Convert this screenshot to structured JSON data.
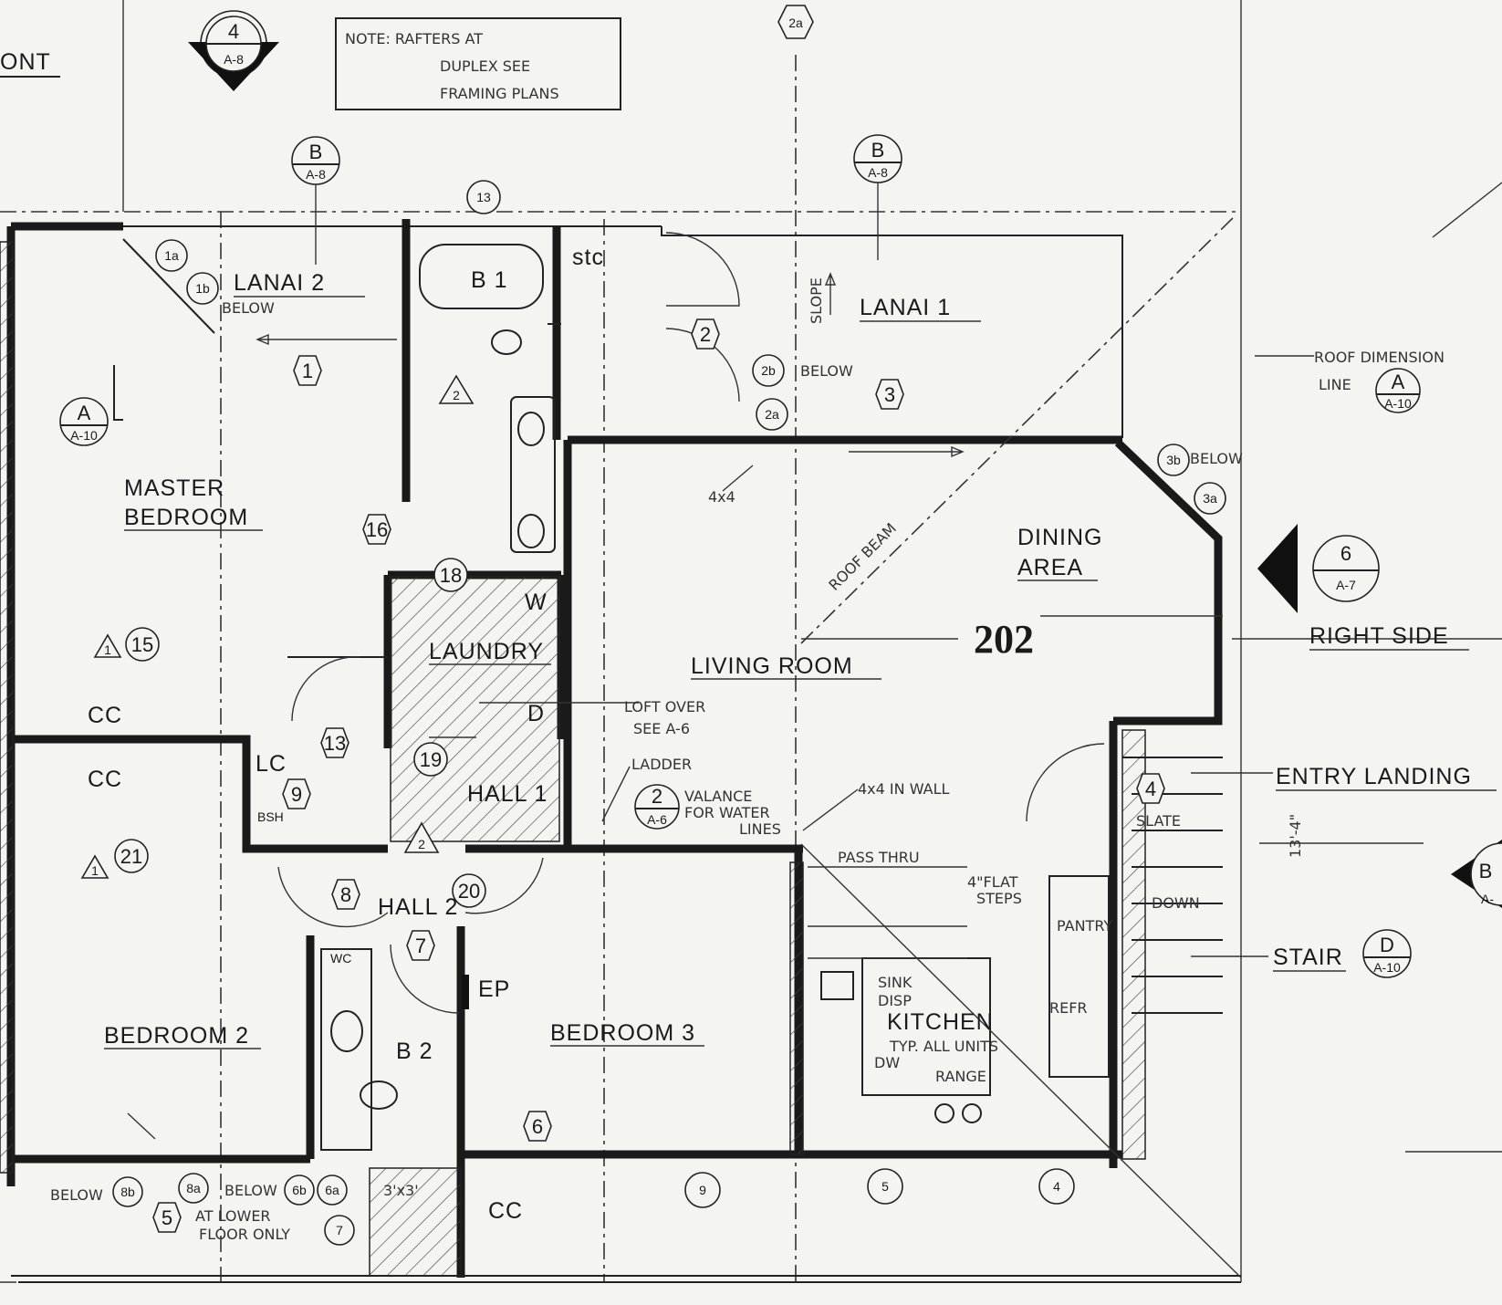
{
  "note": {
    "line1": "NOTE:  RAFTERS AT",
    "line2": "DUPLEX  SEE",
    "line3": "FRAMING  PLANS"
  },
  "edge_text": "ONT",
  "title_number": "202",
  "rooms": {
    "master_l1": "MASTER",
    "master_l2": "BEDROOM",
    "lanai2": "LANAI 2",
    "b1": "B 1",
    "lanai1": "LANAI 1",
    "dining_l1": "DINING",
    "dining_l2": "AREA",
    "laundry": "LAUNDRY",
    "living": "LIVING ROOM",
    "hall1": "HALL 1",
    "hall2": "HALL 2",
    "bedroom2": "BEDROOM 2",
    "b2": "B 2",
    "bedroom3": "BEDROOM 3",
    "kitchen": "KITCHEN",
    "cc": "CC"
  },
  "labels": {
    "right_side": "RIGHT SIDE",
    "entry_landing": "ENTRY LANDING",
    "stair": "STAIR",
    "roof_dim_l1": "ROOF DIMENSION",
    "roof_dim_l2": "LINE",
    "stc": "stc",
    "below": "BELOW",
    "slope": "SLOPE",
    "post44": "4x4",
    "roof_beam": "ROOF BEAM",
    "loft_l1": "LOFT OVER",
    "loft_l2": "SEE A-6",
    "ladder": "LADDER",
    "valance_l1": "VALANCE",
    "valance_l2": "FOR WATER",
    "valance_l3": "LINES",
    "post_wall": "4x4 IN WALL",
    "pass_thru": "PASS THRU",
    "flat_l1": "4\"FLAT",
    "flat_l2": "STEPS",
    "pantry": "PANTRY",
    "refr": "REFR",
    "slate": "SLATE",
    "down": "DOWN",
    "sink_l1": "SINK",
    "sink_l2": "DISP",
    "typ": "TYP. ALL UNITS",
    "dw": "DW",
    "range": "RANGE",
    "ep": "EP",
    "lc": "LC",
    "bsh": "BSH",
    "wc": "WC",
    "w": "W",
    "d": "D",
    "lower_l1": "AT LOWER",
    "lower_l2": "FLOOR ONLY",
    "size": "3'x3'",
    "dim": "13'-4\""
  },
  "tags": {
    "t1a": "1a",
    "t1b": "1b",
    "t1": "1",
    "t2": "2",
    "t2b": "2b",
    "t2a": "2a",
    "t3": "3",
    "t3b": "3b",
    "t3a": "3a",
    "t13top": "13",
    "t16": "16",
    "t18": "18",
    "t15": "15",
    "t13": "13",
    "t19": "19",
    "t9": "9",
    "t21": "21",
    "t8": "8",
    "t20": "20",
    "t7": "7",
    "t6": "6",
    "t4": "4",
    "t2ac_top": "2",
    "t2ac_bot": "A-6",
    "b9": "9",
    "b5": "5",
    "b4": "4",
    "b8b": "8b",
    "b8a": "8a",
    "b6b": "6b",
    "b6a": "6a",
    "b5l": "5",
    "b7": "7",
    "tri2a": "2",
    "tri2b": "2",
    "tri15": "1",
    "tri21": "1"
  },
  "markers": {
    "s4_top": "4",
    "s4_bot": "A-8",
    "s2a": "2a",
    "b_left_top": "B",
    "b_left_bot": "A-8",
    "b_right_top": "B",
    "b_right_bot": "A-8",
    "a_left_top": "A",
    "a_left_bot": "A-10",
    "a_roof_top": "A",
    "a_roof_bot": "A-10",
    "s6_top": "6",
    "s6_bot": "A-7",
    "d_top": "D",
    "d_bot": "A-10",
    "edge_top": "B",
    "edge_bot": "A-"
  }
}
